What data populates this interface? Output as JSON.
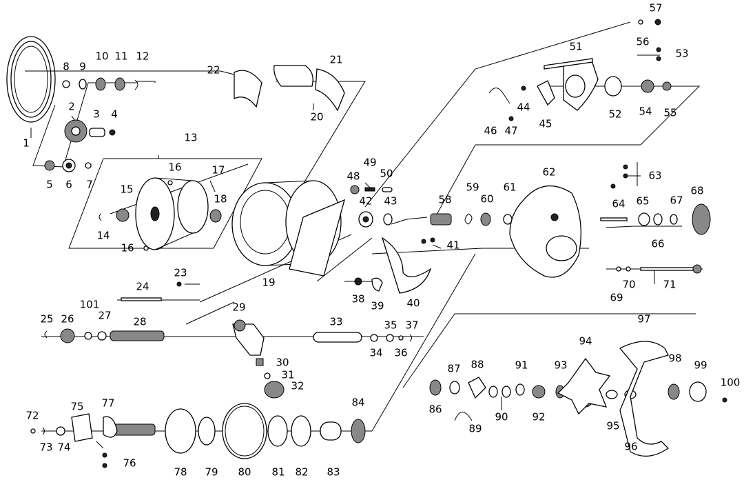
{
  "diagram": {
    "labels": [
      "1",
      "2",
      "3",
      "4",
      "5",
      "6",
      "7",
      "8",
      "9",
      "10",
      "11",
      "12",
      "13",
      "14",
      "15",
      "16",
      "17",
      "18",
      "19",
      "20",
      "21",
      "22",
      "23",
      "24",
      "25",
      "26",
      "27",
      "28",
      "29",
      "30",
      "31",
      "32",
      "33",
      "34",
      "35",
      "36",
      "37",
      "38",
      "39",
      "40",
      "41",
      "42",
      "43",
      "44",
      "45",
      "46",
      "47",
      "48",
      "49",
      "50",
      "51",
      "52",
      "53",
      "54",
      "55",
      "56",
      "57",
      "58",
      "59",
      "60",
      "61",
      "62",
      "63",
      "64",
      "65",
      "66",
      "67",
      "68",
      "69",
      "70",
      "71",
      "72",
      "73",
      "74",
      "75",
      "76",
      "77",
      "78",
      "79",
      "80",
      "81",
      "82",
      "83",
      "84",
      "86",
      "87",
      "88",
      "89",
      "90",
      "91",
      "92",
      "93",
      "94",
      "95",
      "96",
      "97",
      "98",
      "99",
      "100",
      "101"
    ]
  }
}
